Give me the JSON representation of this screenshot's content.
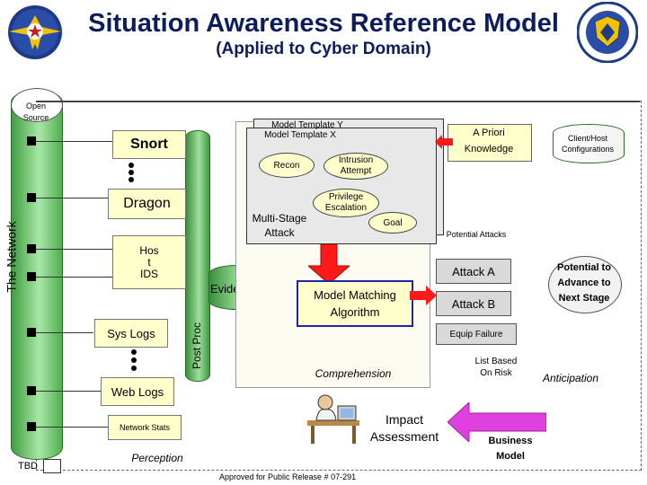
{
  "header": {
    "title": "Situation Awareness Reference Model",
    "subtitle": "(Applied to Cyber Domain)"
  },
  "network": {
    "label": "The Network",
    "open_source": "Open Source",
    "tbd": "TBD"
  },
  "sensors": {
    "snort": "Snort",
    "dragon": "Dragon",
    "host_ids": "Hos\nt\nIDS",
    "sys_logs": "Sys Logs",
    "web_logs": "Web Logs",
    "network_stats": "Network Stats",
    "evidence": "Evidence",
    "post_proc": "Post Proc"
  },
  "templates": {
    "template_y": "Model Template Y",
    "template_x": "Model Template X",
    "recon": "Recon",
    "intrusion": "Intrusion Attempt",
    "privilege": "Privilege Escalation",
    "goal": "Goal",
    "multistage": "Multi-Stage Attack"
  },
  "reasoning": {
    "a_priori": "A Priori Knowledge",
    "client_host": "Client/Host Configurations",
    "model_matching": "Model Matching Algorithm",
    "comprehension": "Comprehension",
    "perception": "Perception",
    "anticipation": "Anticipation",
    "impact": "Impact Assessment",
    "business_model": "Business Model",
    "approved": "Approved for Public Release # 07-291"
  },
  "attacks": {
    "potential_attacks": "Potential Attacks",
    "attack_a": "Attack A",
    "attack_b": "Attack B",
    "equip_failure": "Equip Failure",
    "list_based": "List Based On Risk",
    "potential_next": "Potential to Advance to Next Stage"
  },
  "colors": {
    "title": "#0d1d5c",
    "network_green": "#5cbf5c",
    "red_arrow": "#ff1a1a",
    "magenta_arrow": "#e040e0",
    "box_border_blue": "#2222aa"
  }
}
